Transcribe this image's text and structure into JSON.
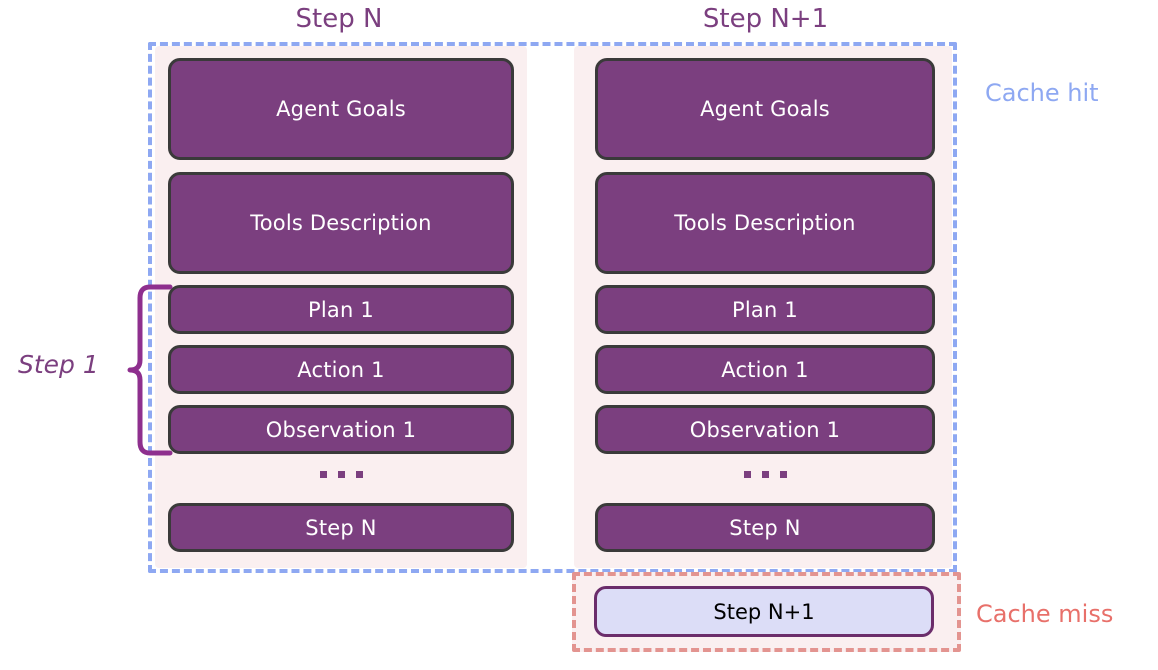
{
  "columns": [
    {
      "header": "Step N",
      "boxes": [
        {
          "label": "Agent Goals",
          "size": "tall"
        },
        {
          "label": "Tools Description",
          "size": "tall"
        },
        {
          "label": "Plan 1",
          "size": "short"
        },
        {
          "label": "Action 1",
          "size": "short"
        },
        {
          "label": "Observation 1",
          "size": "short"
        },
        {
          "label": "Step N",
          "size": "short"
        }
      ],
      "ellipsis": "..."
    },
    {
      "header": "Step N+1",
      "boxes": [
        {
          "label": "Agent Goals",
          "size": "tall"
        },
        {
          "label": "Tools Description",
          "size": "tall"
        },
        {
          "label": "Plan 1",
          "size": "short"
        },
        {
          "label": "Action 1",
          "size": "short"
        },
        {
          "label": "Observation 1",
          "size": "short"
        },
        {
          "label": "Step N",
          "size": "short"
        }
      ],
      "ellipsis": "..."
    }
  ],
  "brace": {
    "label": "Step 1"
  },
  "cache_miss": {
    "box_label": "Step N+1"
  },
  "legend": {
    "cache_hit": "Cache hit",
    "cache_miss": "Cache miss"
  },
  "colors": {
    "box_fill": "#7B3F7F",
    "box_border": "#3A3A3A",
    "box_text": "#FFFFFF",
    "panel_bg": "#FAEFF0",
    "cache_hit_border": "#8EA8F2",
    "cache_hit_text": "#8EA8F2",
    "cache_miss_border": "#E39490",
    "cache_miss_text": "#E8706A",
    "miss_box_fill": "#DCDDF7",
    "miss_box_border": "#6B2D6B",
    "miss_box_text": "#000000",
    "header_text": "#7B3F7F",
    "brace_stroke": "#8E2F8E",
    "page_bg": "#FFFFFF"
  }
}
